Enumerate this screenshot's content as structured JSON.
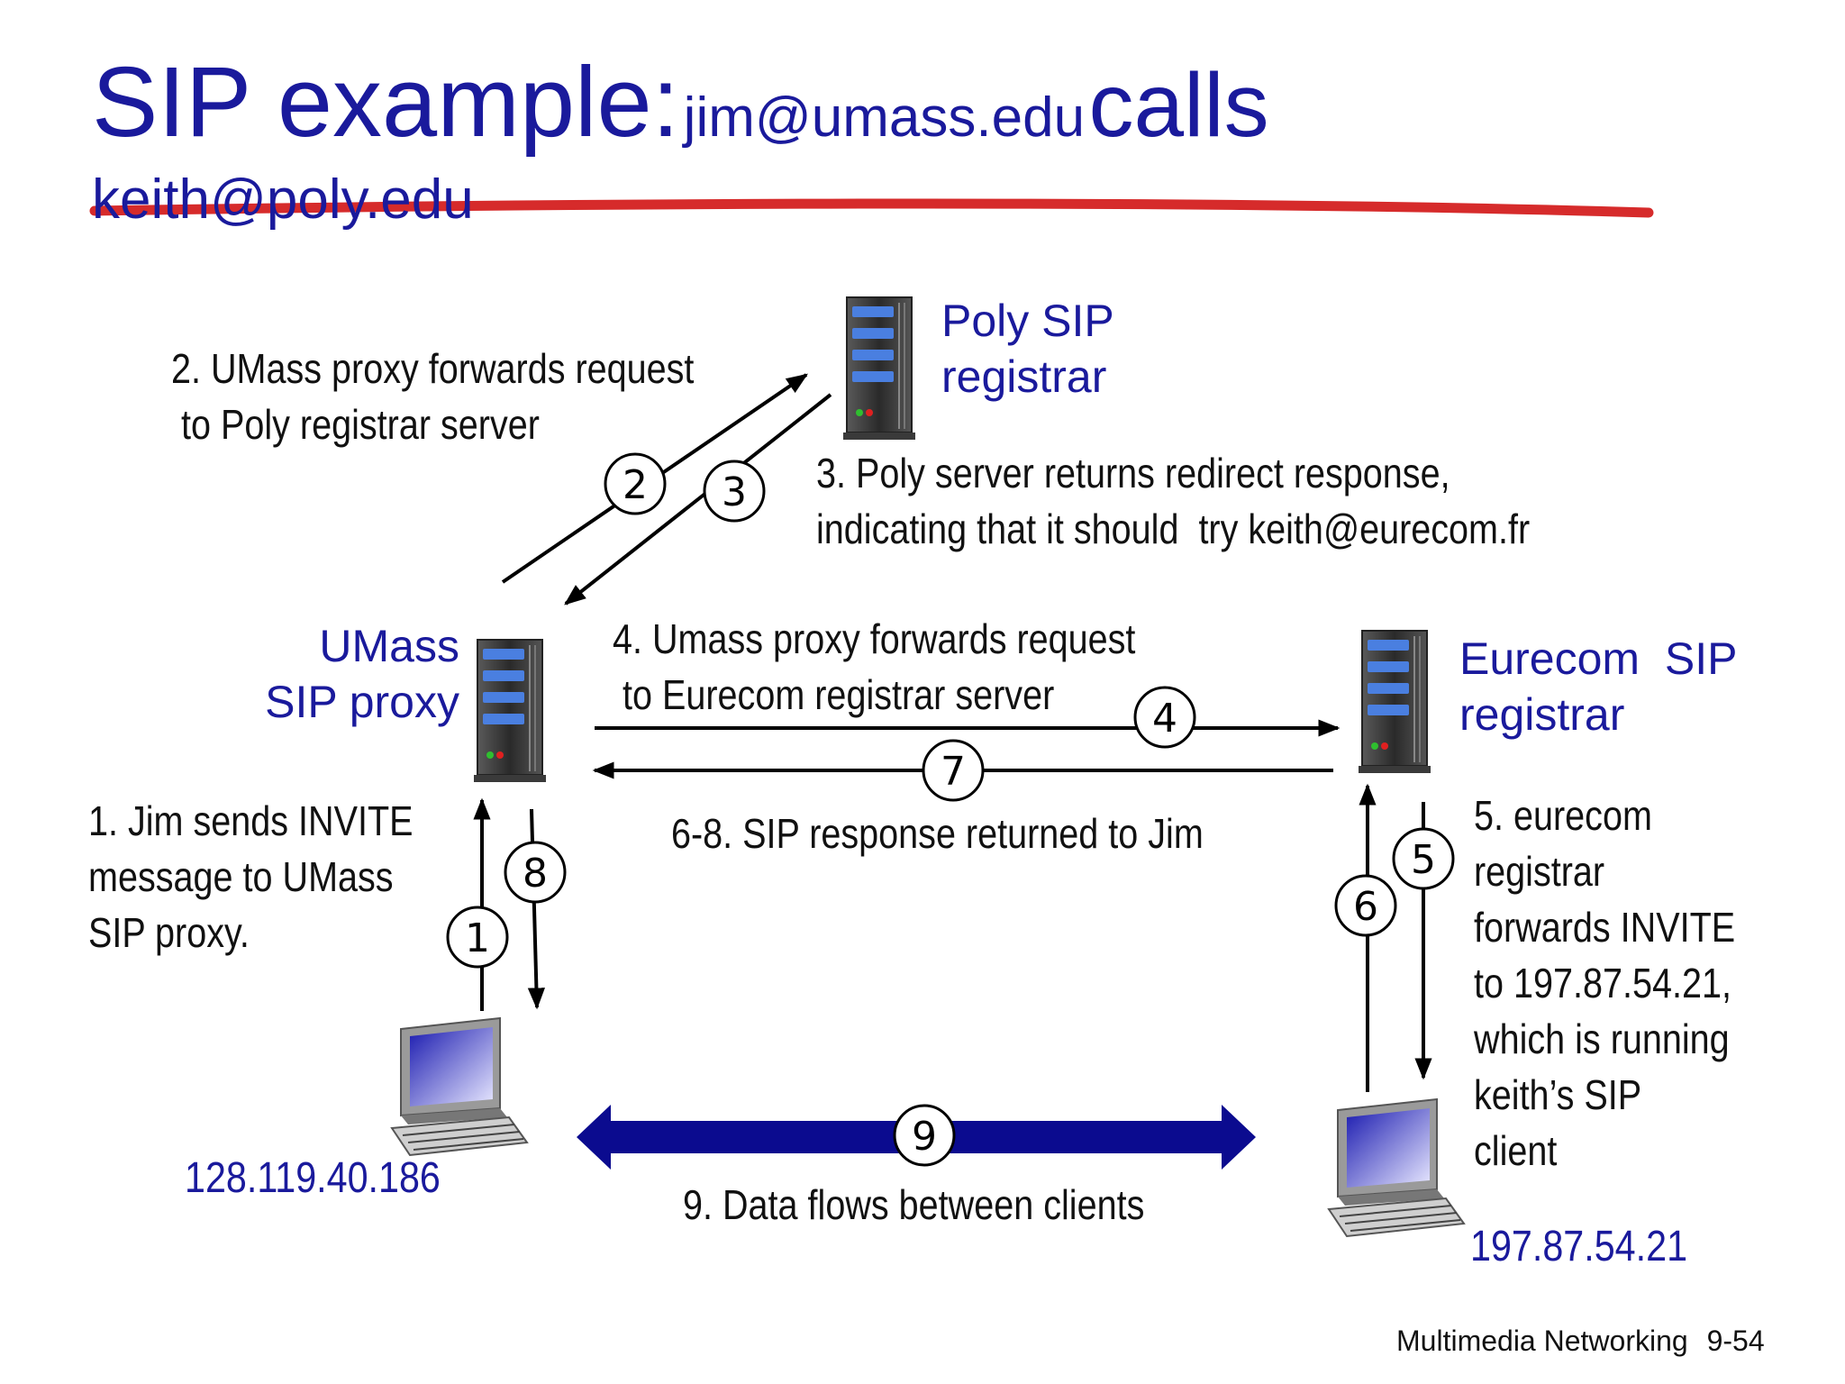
{
  "title": {
    "main": "SIP example:",
    "caller": "jim@umass.edu",
    "verb": "calls",
    "callee": "keith@poly.edu"
  },
  "nodes": {
    "poly": "Poly SIP\nregistrar",
    "umass": "UMass\nSIP proxy",
    "eurecom": "Eurecom  SIP\nregistrar"
  },
  "steps": {
    "s1": "1. Jim sends INVITE\nmessage to UMass\nSIP proxy.",
    "s2": "2. UMass proxy forwards request\n to Poly registrar server",
    "s3": "3. Poly server returns redirect response,\nindicating that it should  try keith@eurecom.fr",
    "s4": "4. Umass proxy forwards request\n to Eurecom registrar server",
    "s5": "5. eurecom\nregistrar\nforwards INVITE\nto 197.87.54.21,\nwhich is running\nkeith’s SIP\nclient",
    "s68": "6-8. SIP response returned to Jim",
    "s9": "9. Data flows between clients"
  },
  "step_numbers": [
    "1",
    "2",
    "3",
    "4",
    "5",
    "6",
    "7",
    "8",
    "9"
  ],
  "ips": {
    "jim": "128.119.40.186",
    "keith": "197.87.54.21"
  },
  "footer": {
    "course": "Multimedia Networking",
    "page": "9-54"
  },
  "colors": {
    "title": "#1a1a9c",
    "strike": "#d62b2b",
    "data_arrow": "#0b0b8f"
  }
}
